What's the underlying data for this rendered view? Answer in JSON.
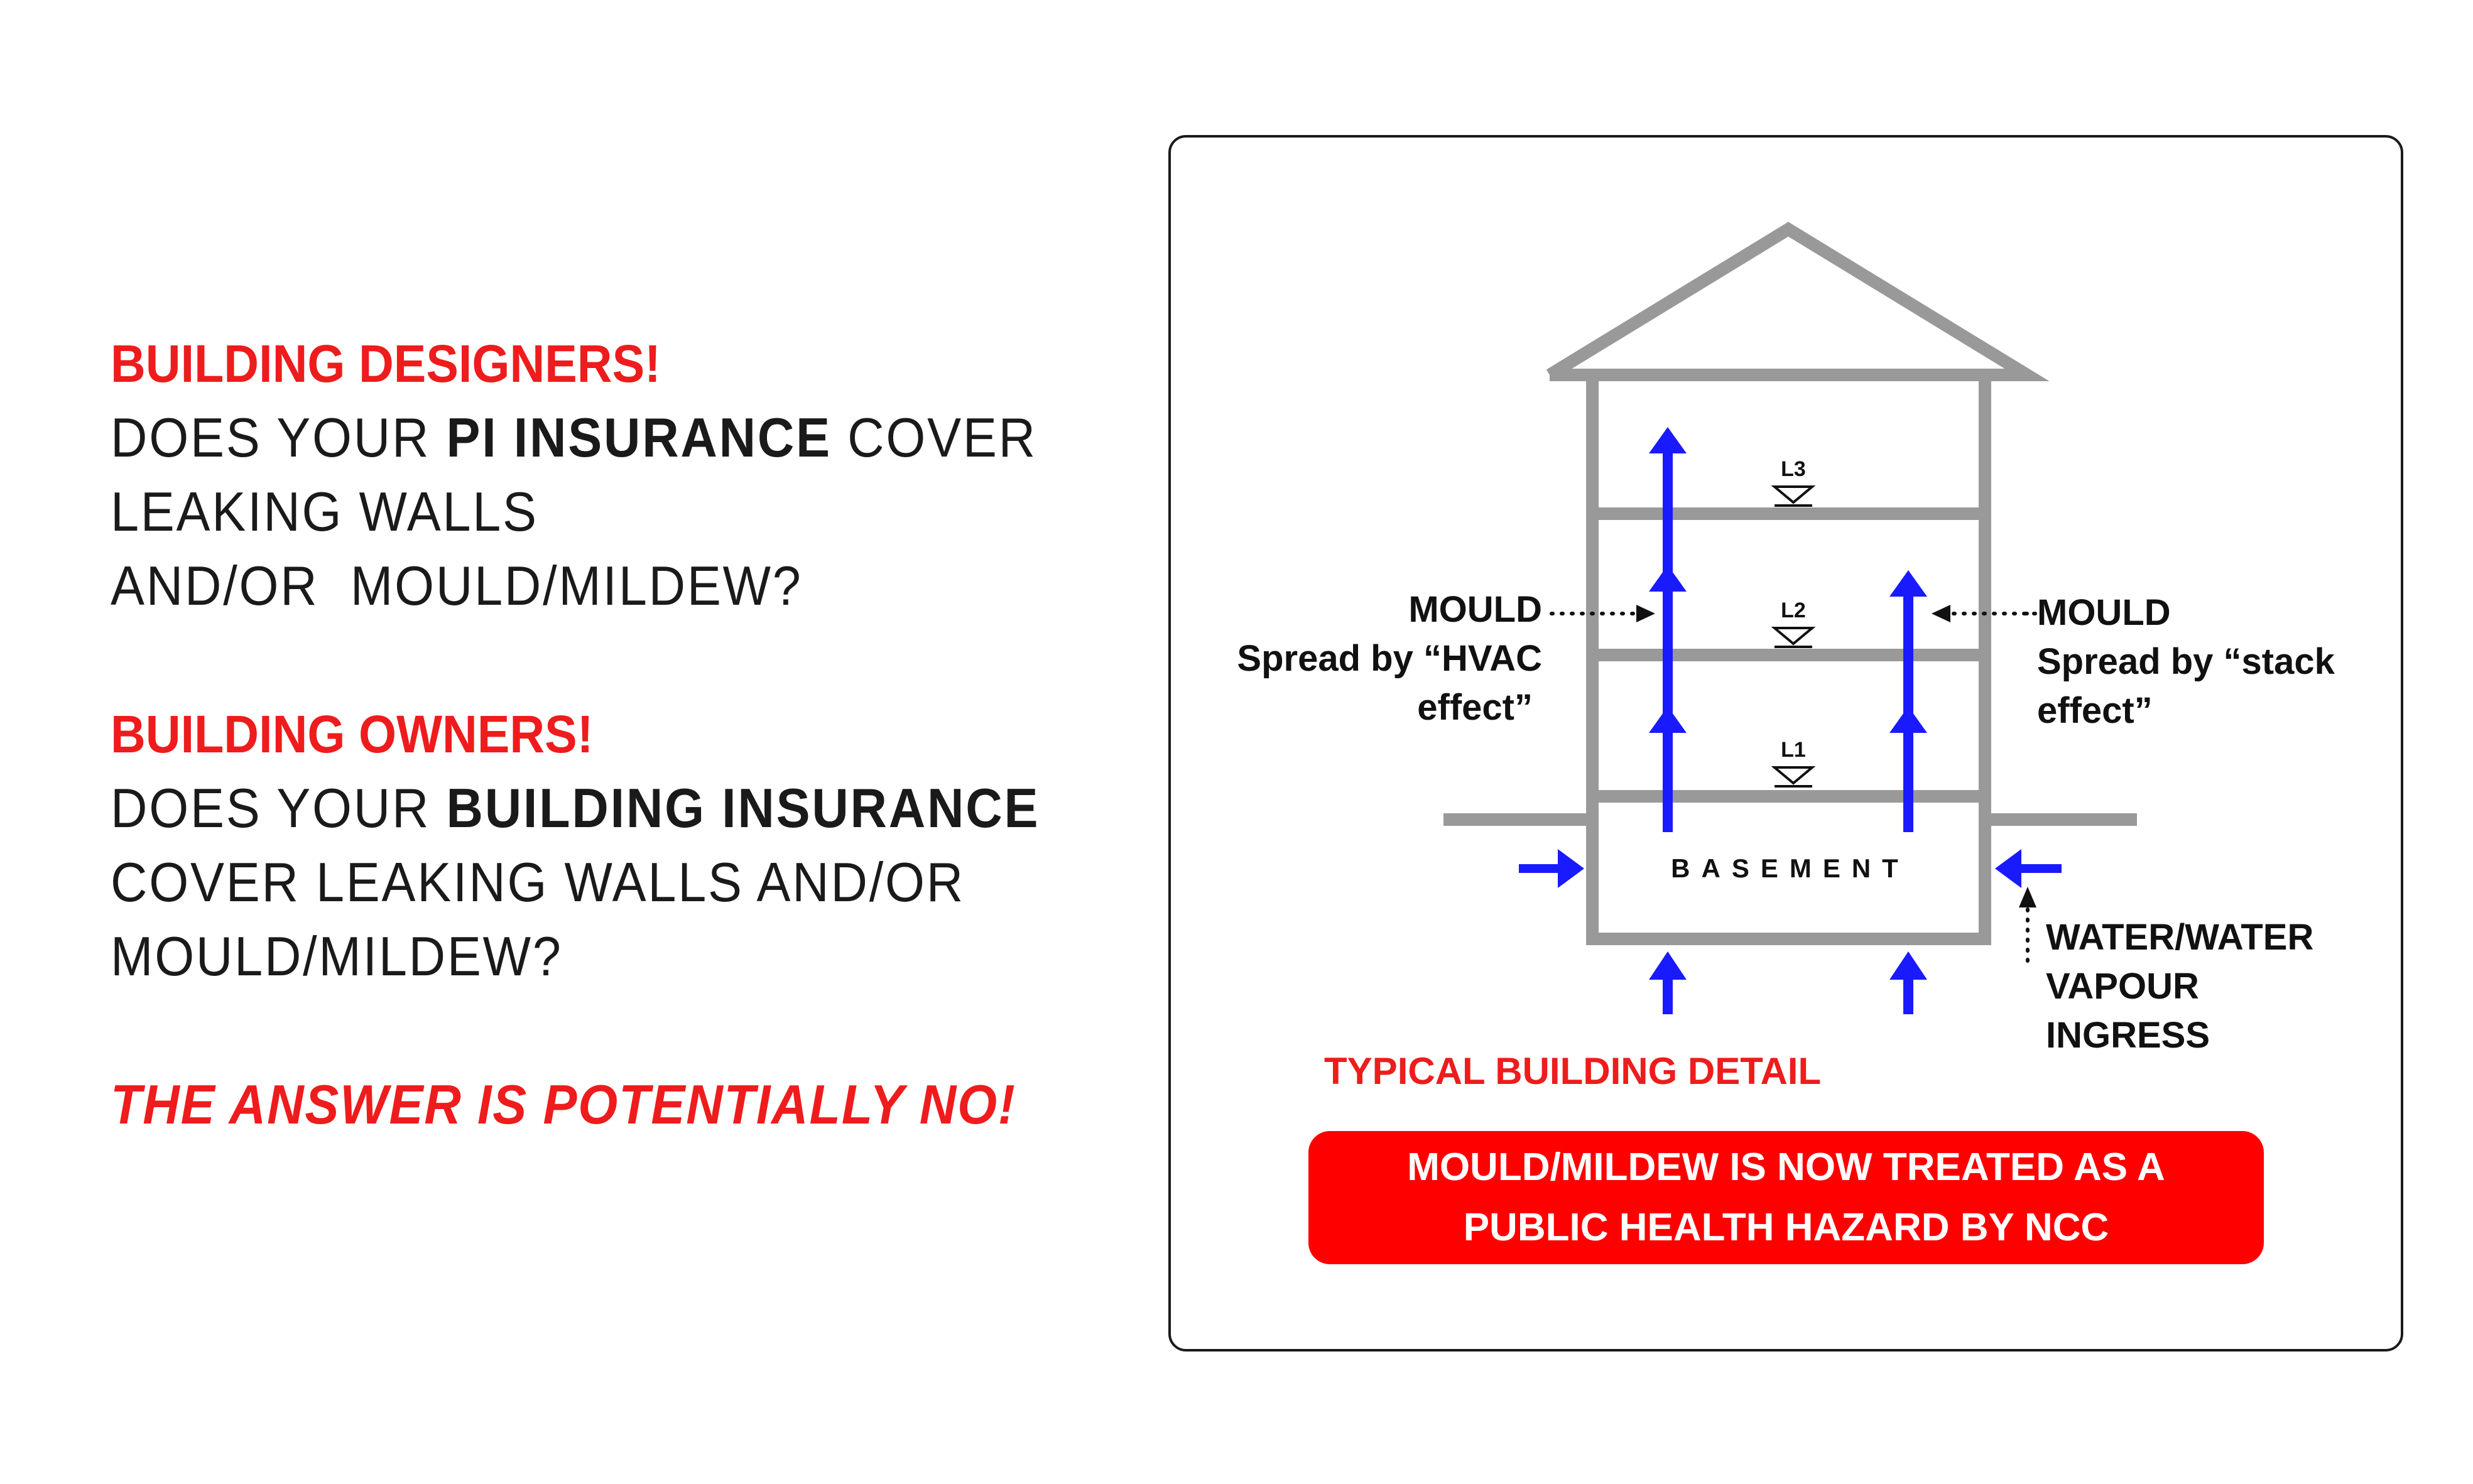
{
  "designers": {
    "heading": "BUILDING DESIGNERS!",
    "line1_pre": "DOES YOUR ",
    "line1_bold": "PI INSURANCE",
    "line1_post": " COVER",
    "line2": "LEAKING WALLS",
    "line3": "AND/OR  MOULD/MILDEW?"
  },
  "owners": {
    "heading": "BUILDING OWNERS!",
    "line1_pre": "DOES YOUR ",
    "line1_bold": "BUILDING INSURANCE",
    "line2": "COVER LEAKING WALLS AND/OR",
    "line3": "MOULD/MILDEW?"
  },
  "answer": "THE ANSWER IS POTENTIALLY NO!",
  "diagram": {
    "level_labels": [
      "L3",
      "L2",
      "L1"
    ],
    "basement": "BASEMENT",
    "mould_left": {
      "title": "MOULD",
      "line1": "Spread by “HVAC",
      "line2": "effect”"
    },
    "mould_right": {
      "title": "MOULD",
      "line1": "Spread by “stack",
      "line2": "effect”"
    },
    "water": {
      "line1": "WATER/WATER",
      "line2": "VAPOUR",
      "line3": "INGRESS"
    },
    "caption": "TYPICAL BUILDING DETAIL",
    "banner_line1": "MOULD/MILDEW IS NOW TREATED AS A",
    "banner_line2": "PUBLIC HEALTH HAZARD BY NCC"
  },
  "colors": {
    "accent_red": "#ee1c1c",
    "arrow_blue": "#1a1aff",
    "structure_grey": "#999999",
    "text_dark": "#1a1a1a"
  }
}
